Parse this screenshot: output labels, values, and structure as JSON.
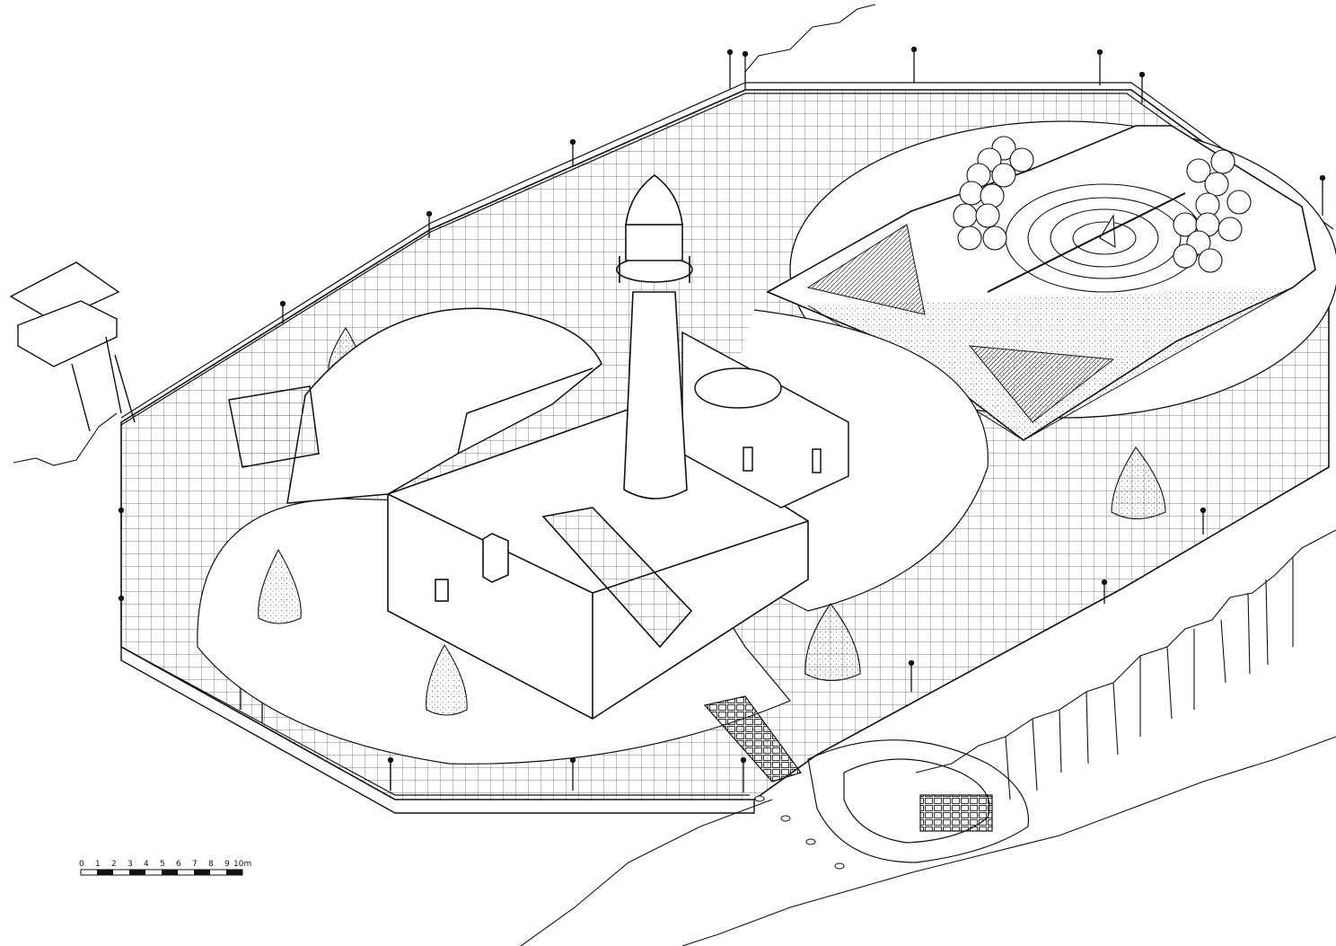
{
  "scale_bar": {
    "ticks": [
      "0",
      "1",
      "2",
      "3",
      "4",
      "5",
      "6",
      "7",
      "8",
      "9",
      "10m"
    ]
  },
  "colors": {
    "ink": "#111111",
    "paper": "#ffffff",
    "grid": "#555555"
  }
}
